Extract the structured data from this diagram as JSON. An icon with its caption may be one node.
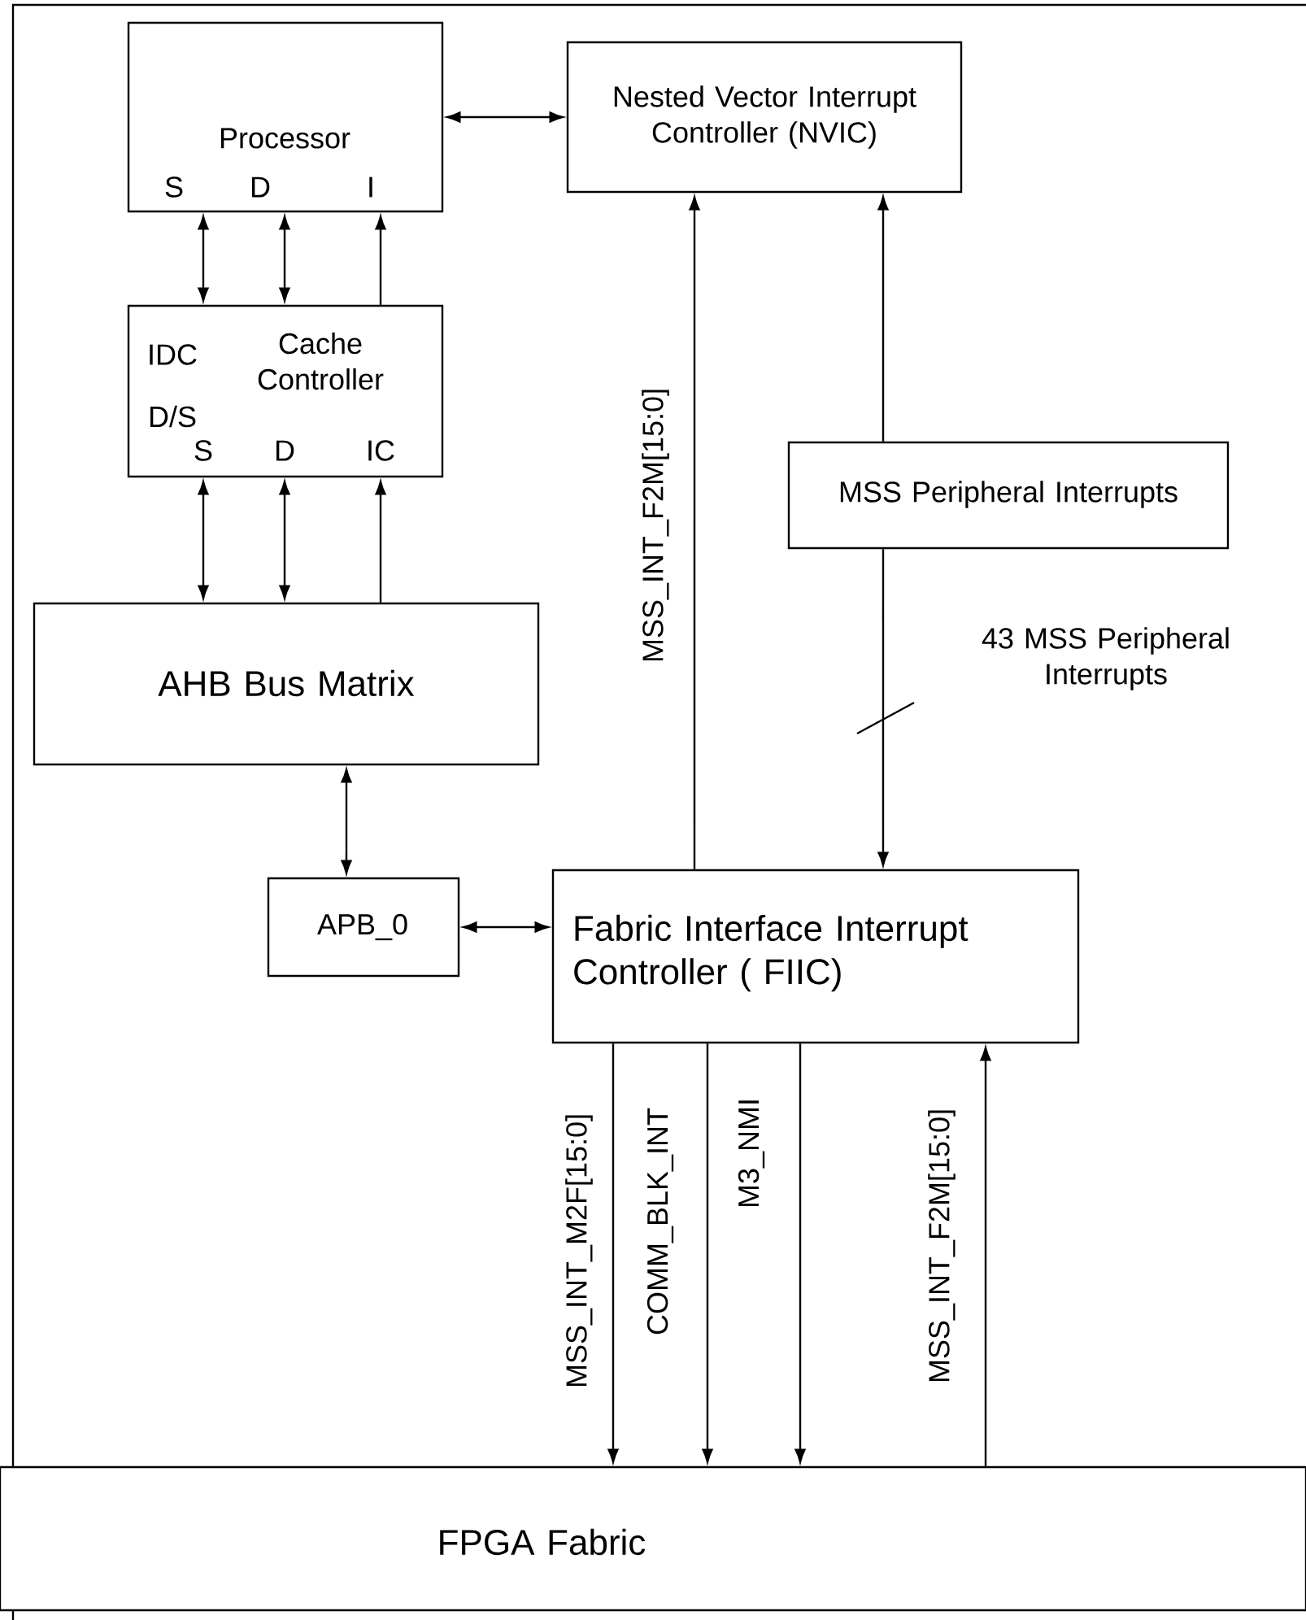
{
  "diagram": {
    "nodes": [
      {
        "text": [
          "Processor"
        ]
      },
      {
        "text": [
          "Nested Vector Interrupt Controller (NVIC)"
        ]
      },
      {
        "text": [
          "Cache Controller"
        ]
      },
      {
        "text": [
          "MSS Peripheral Interrupts"
        ]
      },
      {
        "text": [
          "AHB Bus Matrix"
        ]
      },
      {
        "text": [
          "APB_0"
        ]
      },
      {
        "text": [
          "Fabric Interface Interrupt Controller ( FIIC)"
        ]
      },
      {
        "text": [
          "FPGA Fabric"
        ]
      }
    ],
    "edges": [
      {
        "from": 0,
        "to": 1,
        "arrow": "both"
      },
      {
        "from": 0,
        "to": 2,
        "arrow": "both"
      },
      {
        "from": 0,
        "to": 2,
        "arrow": "both"
      },
      {
        "from": 2,
        "to": 0,
        "arrow": "to"
      },
      {
        "from": 2,
        "to": 4,
        "arrow": "both"
      },
      {
        "from": 2,
        "to": 4,
        "arrow": "both"
      },
      {
        "from": 4,
        "to": 2,
        "arrow": "to"
      },
      {
        "from": 4,
        "to": 5,
        "arrow": "both"
      },
      {
        "from": 5,
        "to": 6,
        "arrow": "both"
      },
      {
        "from": 6,
        "to": 1,
        "arrow": "to",
        "label": "MSS_INT_F2M[15:0]"
      },
      {
        "from": 3,
        "to": 1,
        "arrow": "to"
      },
      {
        "from": 3,
        "to": 6,
        "arrow": "to",
        "label": "43 MSS Peripheral Interrupts"
      },
      {
        "from": 6,
        "to": 7,
        "arrow": "to",
        "label": "MSS_INT_M2F[15:0]"
      },
      {
        "from": 6,
        "to": 7,
        "arrow": "to",
        "label": "COMM_BLK_INT"
      },
      {
        "from": 6,
        "to": 7,
        "arrow": "to",
        "label": "M3_NMI"
      },
      {
        "from": 7,
        "to": 6,
        "arrow": "to",
        "label": "MSS_INT_F2M[15:0]"
      }
    ],
    "labels": [
      "S",
      "D",
      "I",
      "IDC",
      "D/S",
      "S",
      "D",
      "IC"
    ]
  }
}
